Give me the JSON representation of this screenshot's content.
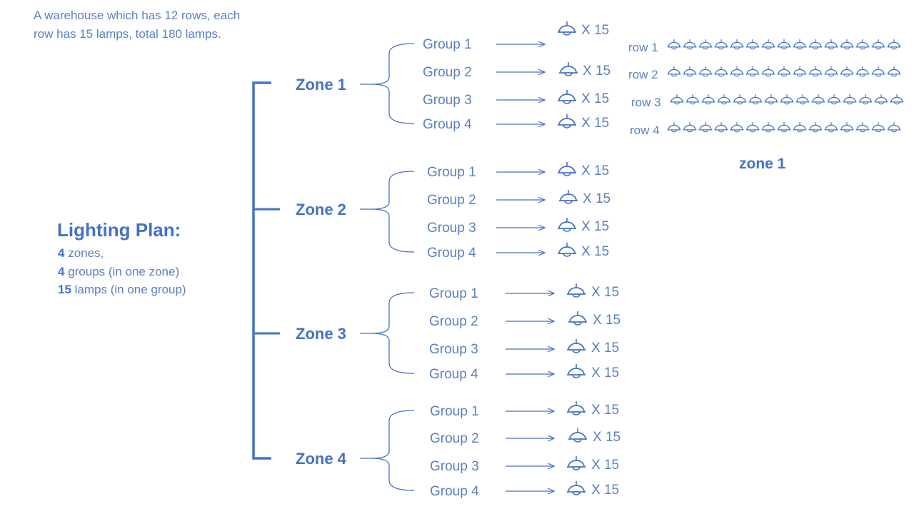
{
  "intro": {
    "line1": "A warehouse which has 12 rows, each",
    "line2": "row has 15 lamps, total 180 lamps."
  },
  "plan": {
    "title": "Lighting Plan:",
    "lines": [
      {
        "num": "4",
        "text": " zones,"
      },
      {
        "num": "4",
        "text": " groups (in one zone)"
      },
      {
        "num": "15",
        "text": " lamps (in one group)"
      }
    ]
  },
  "zones": [
    {
      "label": "Zone 1",
      "groups": [
        "Group 1",
        "Group 2",
        "Group 3",
        "Group 4"
      ]
    },
    {
      "label": "Zone 2",
      "groups": [
        "Group 1",
        "Group 2",
        "Group 3",
        "Group 4"
      ]
    },
    {
      "label": "Zone 3",
      "groups": [
        "Group 1",
        "Group 2",
        "Group 3",
        "Group 4"
      ]
    },
    {
      "label": "Zone 4",
      "groups": [
        "Group 1",
        "Group 2",
        "Group 3",
        "Group 4"
      ]
    }
  ],
  "lamp_count_label": "X 15",
  "lamps_per_row": 15,
  "rows_panel": {
    "rows": [
      "row 1",
      "row 2",
      "row 3",
      "row 4"
    ],
    "caption": "zone 1"
  },
  "colors": {
    "primary": "#4472c4",
    "text": "#5b7fc2"
  },
  "icons": {
    "lamp": "ceiling-lamp-icon",
    "arrow": "right-arrow-icon"
  }
}
